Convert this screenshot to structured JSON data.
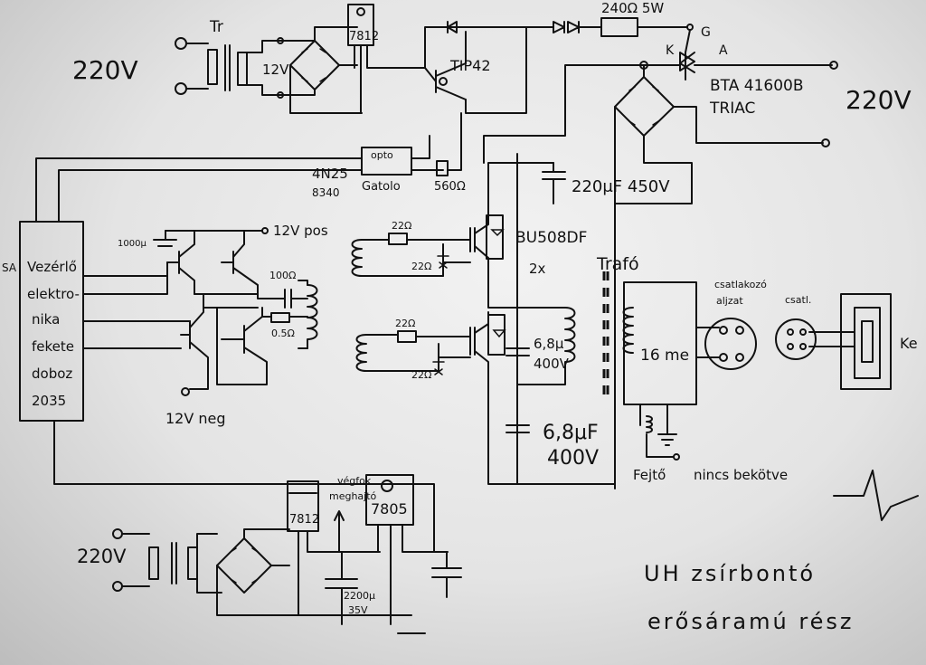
{
  "labels": {
    "v220_left": "220V",
    "tr": "Tr",
    "v12": "12V",
    "reg_7812_top": "7812",
    "tip42": "TIP42",
    "r240": "240Ω 5W",
    "gate_g": "G",
    "gate_a": "A",
    "gate_k": "K",
    "triac_part": "BTA 41600B",
    "triac_word": "TRIAC",
    "v220_right": "220V",
    "opto": "opto",
    "opto_part": "4N25",
    "opto_num": "8340",
    "gatolo": "Gatolo",
    "r560": "560Ω",
    "cap_220": "220μF 450V",
    "block_lines": [
      "Vezérlő",
      "elektro-",
      "nika",
      "fekete",
      "doboz",
      "2035"
    ],
    "block_edge": "SA",
    "cap_1000": "1000μ",
    "v12pos": "12V pos",
    "r100": "100Ω",
    "r05": "0.5Ω",
    "v12neg": "12V neg",
    "r22a": "22Ω",
    "r22b": "22Ω",
    "r22c": "22Ω",
    "r22d": "22Ω",
    "bu508": "BU508DF",
    "x2": "2x",
    "trafo": "Trafó",
    "cap68a_1": "6,8μ",
    "cap68a_2": "400V",
    "cap68b_1": "6,8μF",
    "cap68b_2": "400V",
    "coil16": "16 me",
    "socket_1": "csatlakozó",
    "socket_2": "aljzat",
    "plug": "csatl.",
    "ke": "Ke",
    "fejto": "Fejtő",
    "nincs": "nincs bekötve",
    "v220_bottom": "220V",
    "reg_7812_bottom": "7812",
    "reg_7805": "7805",
    "vegfok_1": "végfok",
    "vegfok_2": "meghajtó",
    "cap_2200_1": "2200μ",
    "cap_2200_2": "35V",
    "title_1": "UH zsírbontó",
    "title_2": "erősáramú rész"
  }
}
